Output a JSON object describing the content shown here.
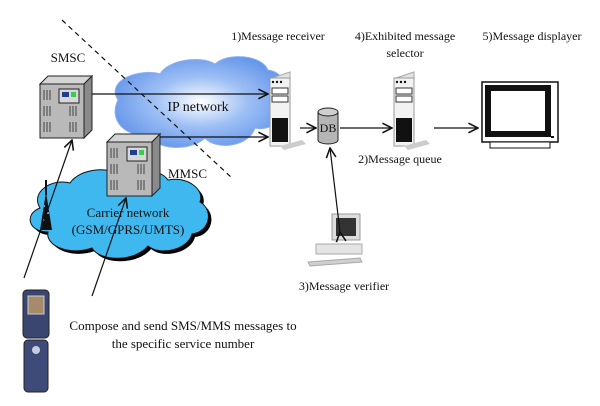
{
  "labels": {
    "smsc": "SMSC",
    "mmsc": "MMSC",
    "ip_network": "IP network",
    "carrier_network_line1": "Carrier network",
    "carrier_network_line2": "(GSM/GPRS/UMTS)",
    "db": "DB",
    "message_receiver": "1)Message receiver",
    "message_queue": "2)Message queue",
    "message_verifier": "3)Message verifier",
    "exhibited_selector_line1": "4)Exhibited message",
    "exhibited_selector_line2": "selector",
    "message_displayer": "5)Message displayer",
    "compose_line1": "Compose and send SMS/MMS messages to",
    "compose_line2": "the specific service number"
  },
  "colors": {
    "ip_cloud": "#5b8fe8",
    "carrier_cloud": "#3fb8ef",
    "server_body": "#b9b9b9",
    "server_panel": "#1f3f8f",
    "server_led": "#2fd24a"
  }
}
